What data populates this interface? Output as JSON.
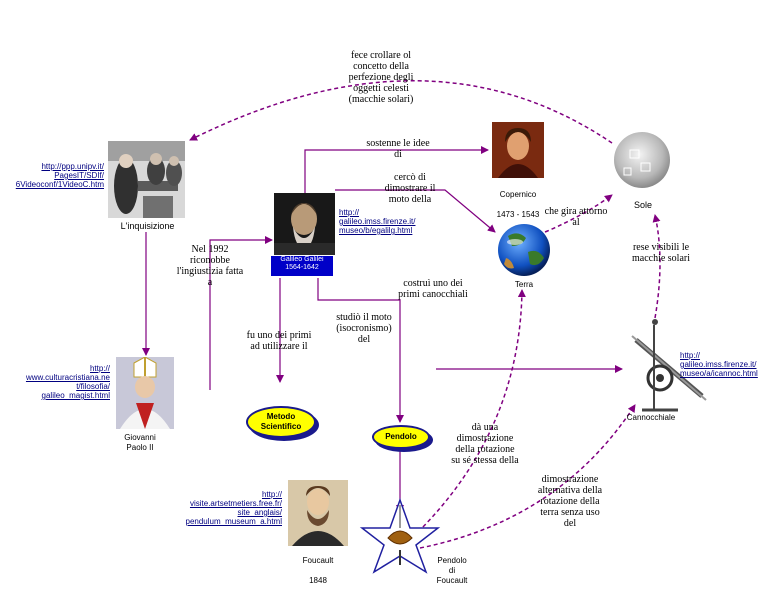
{
  "nodes": {
    "inquisizione": "L'inquisizione",
    "copernico_name": "Copernico",
    "copernico_dates": "1473 - 1543",
    "sole": "Sole",
    "terra": "Terra",
    "galileo_caption": "Galileo Galilei\n1564-1642",
    "giovanni_paolo": "Giovanni\nPaolo II",
    "metodo": "Metodo\nScientifico",
    "pendolo": "Pendolo",
    "cannocchiale": "Cannocchiale",
    "foucault_name": "Foucault",
    "foucault_year": "1848",
    "pendolo_foucault": "Pendolo\ndi\nFoucault"
  },
  "links": {
    "inquisizione": "http://ppp.unipv.it/\nPagesIT/SDIf/\n6Videoconf/1VideoC.htm",
    "galileo": "http://\ngalileo.imss.firenze.it/\nmuseo/b/egalilg.html",
    "papa": "http://\nwww.culturacristiana.ne\nt/filosofia/\ngalileo_magist.html",
    "cannocchiale": "http://\ngalileo.imss.firenze.it/\nmuseo/a/icannoc.html",
    "foucault": "http://\nvisite.artsetmetiers.free.fr/\nsite_anglais/\npendulum_museum_a.html"
  },
  "labels": {
    "fece_crollare": "fece crollare ol\nconcetto della\nperfezione degli\noggetti celesti\n(macchie solari)",
    "sostenne": "sostenne le idee\ndi",
    "cerco": "cercò di\ndimostrare il\nmoto della",
    "gira_attorno": "che gira attorno\nal",
    "nel_1992": "Nel 1992\nriconobbe\nl'ingiustizia fatta\na",
    "rese_visibili": "rese visibili le\nmacchie solari",
    "costrui": "costruì uno dei\nprimi canocchiali",
    "studio": "studiò il moto\n(isocronismo)\ndel",
    "fu_uno": "fu uno dei primi\nad utilizzare il",
    "da_una": "dà una\ndimostrazione\ndella rotazione\nsu sé stessa della",
    "dim_alternativa": "dimostrazione\nalternativa della\nrotazione della\nterra senza uso\ndel"
  },
  "colors": {
    "solid_edge": "#800080",
    "dashed_edge": "#800080",
    "oval_fill": "#ffff00",
    "oval_border": "#1a1a8c",
    "link": "#000080"
  }
}
